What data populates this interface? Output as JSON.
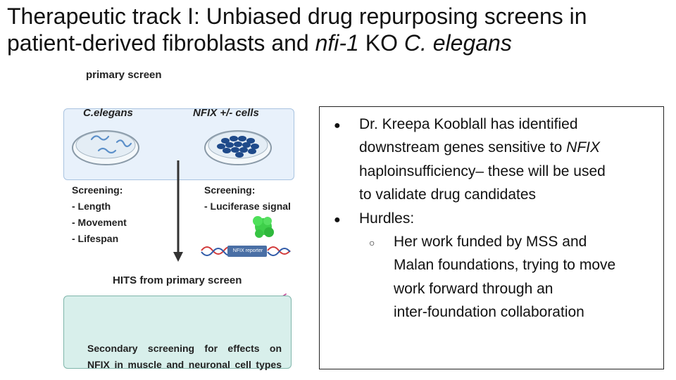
{
  "slide": {
    "title_line1": "Therapeutic track I: Unbiased drug repurposing screens in",
    "title_line2_a": "patient-derived fibroblasts and ",
    "title_line2_b": "nfi-1",
    "title_line2_c": " KO ",
    "title_line2_d": "C. elegans"
  },
  "figure": {
    "primary_label": "primary screen",
    "left_title": "C.elegans",
    "right_title": "NFIX +/- cells",
    "left_screening_header": "Screening:",
    "left_items": [
      "- Length",
      "- Movement",
      "- Lifespan"
    ],
    "right_screening_header": "Screening:",
    "right_items": [
      "- Luciferase signal"
    ],
    "reporter_label": "NFIX reporter",
    "hits_label": "HITS from primary screen",
    "secondary_line1": "Secondary screening for effects on",
    "secondary_line2": "NFIX in muscle and neuronal cell types",
    "colors": {
      "primary_box": "#e8f1fb",
      "secondary_box": "#d8efeb",
      "cells": "#1f4a8a",
      "muscle": "#d9706f",
      "neuron": "#c2519a",
      "luciferase": "#3ecf4a",
      "arrow": "#333333"
    }
  },
  "panel": {
    "bullet1_a": "Dr. Kreepa Kooblall has identified",
    "bullet1_b1": "downstream genes sensitive to ",
    "bullet1_b2": "NFIX",
    "bullet1_c": "haploinsufficiency– these will be used",
    "bullet1_d": "to validate drug candidates",
    "bullet2": "Hurdles:",
    "sub1_a": "Her work funded by MSS and",
    "sub1_b": "Malan foundations, trying to move",
    "sub1_c": "work forward through an",
    "sub1_d": "inter-foundation collaboration",
    "bullet_glyph": "●",
    "sub_bullet_glyph": "○"
  }
}
